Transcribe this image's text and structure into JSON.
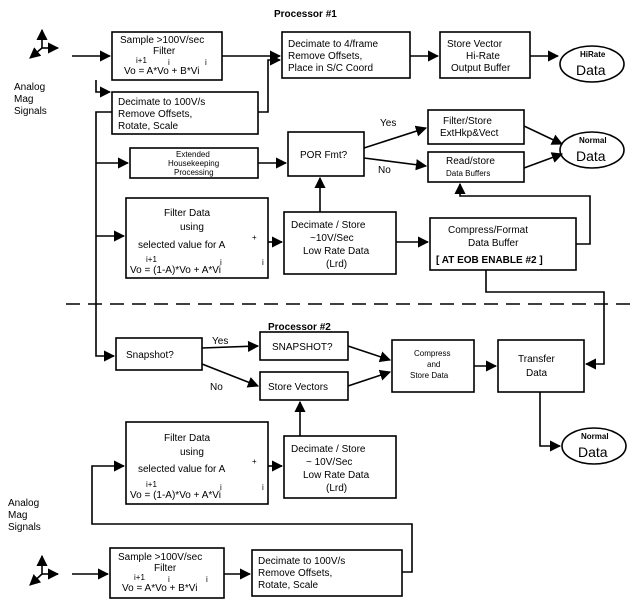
{
  "processor1": "Processor #1",
  "processor2": "Processor #2",
  "analog1": [
    "Analog",
    "Mag",
    "Signals"
  ],
  "analog2": [
    "Analog",
    "Mag",
    "Signals"
  ],
  "sample1": {
    "l1": "Sample >100V/sec",
    "l2": "Filter",
    "sup": "i+1",
    "sup2": "i",
    "sup3": "i",
    "eq": "Vo  = A*Vo  + B*Vi"
  },
  "sample2": {
    "l1": "Sample >100V/sec",
    "l2": "Filter",
    "sup": "i+1",
    "sup2": "i",
    "sup3": "i",
    "eq": "Vo  = A*Vo  + B*Vi"
  },
  "decimate4": [
    "Decimate to 4/frame",
    "Remove Offsets,",
    "Place in S/C Coord"
  ],
  "store_vector": [
    "Store Vector",
    "Hi-Rate",
    "Output Buffer"
  ],
  "hirate_data": {
    "top": "HiRate",
    "main": "Data"
  },
  "dec100_1": [
    "Decimate to 100V/s",
    "Remove Offsets,",
    "Rotate, Scale"
  ],
  "dec100_2": [
    "Decimate to 100V/s",
    "Remove Offsets,",
    "Rotate, Scale"
  ],
  "ext_hk": [
    "Extended",
    "Housekeeping",
    "Processing"
  ],
  "por": "POR Fmt?",
  "yes1": "Yes",
  "no1": "No",
  "filter_store": [
    "Filter/Store",
    "ExtHkp&Vect"
  ],
  "read_store": [
    "Read/store",
    "Data Buffers"
  ],
  "normal_data1": {
    "top": "Normal",
    "main": "Data"
  },
  "normal_data2": {
    "top": "Normal",
    "main": "Data"
  },
  "filter1": {
    "l1": "Filter Data",
    "l2": "using",
    "l3": "selected value for A",
    "supA": "+",
    "sup": "i+1",
    "sup2": "i",
    "sup3": "i",
    "eq": "Vo   = (1-A)*Vo  + A*Vi"
  },
  "filter2": {
    "l1": "Filter Data",
    "l2": "using",
    "l3": "selected value for A",
    "supA": "+",
    "sup": "i+1",
    "sup2": "i",
    "sup3": "i",
    "eq": "Vo   = (1-A)*Vo  + A*Vi"
  },
  "dec10_1": [
    "Decimate / Store",
    "~10V/Sec",
    "Low Rate Data",
    "(Lrd)"
  ],
  "dec10_2": [
    "Decimate / Store",
    "~ 10V/Sec",
    "Low Rate Data",
    "(Lrd)"
  ],
  "compress_format": [
    "Compress/Format",
    "Data Buffer",
    "[ AT EOB ENABLE #2 ]"
  ],
  "snapshot_q": "Snapshot?",
  "yes2": "Yes",
  "no2": "No",
  "snapshot_box": "SNAPSHOT?",
  "store_vectors": "Store Vectors",
  "compress_store": [
    "Compress",
    "and",
    "Store Data"
  ],
  "transfer": [
    "Transfer",
    "Data"
  ]
}
